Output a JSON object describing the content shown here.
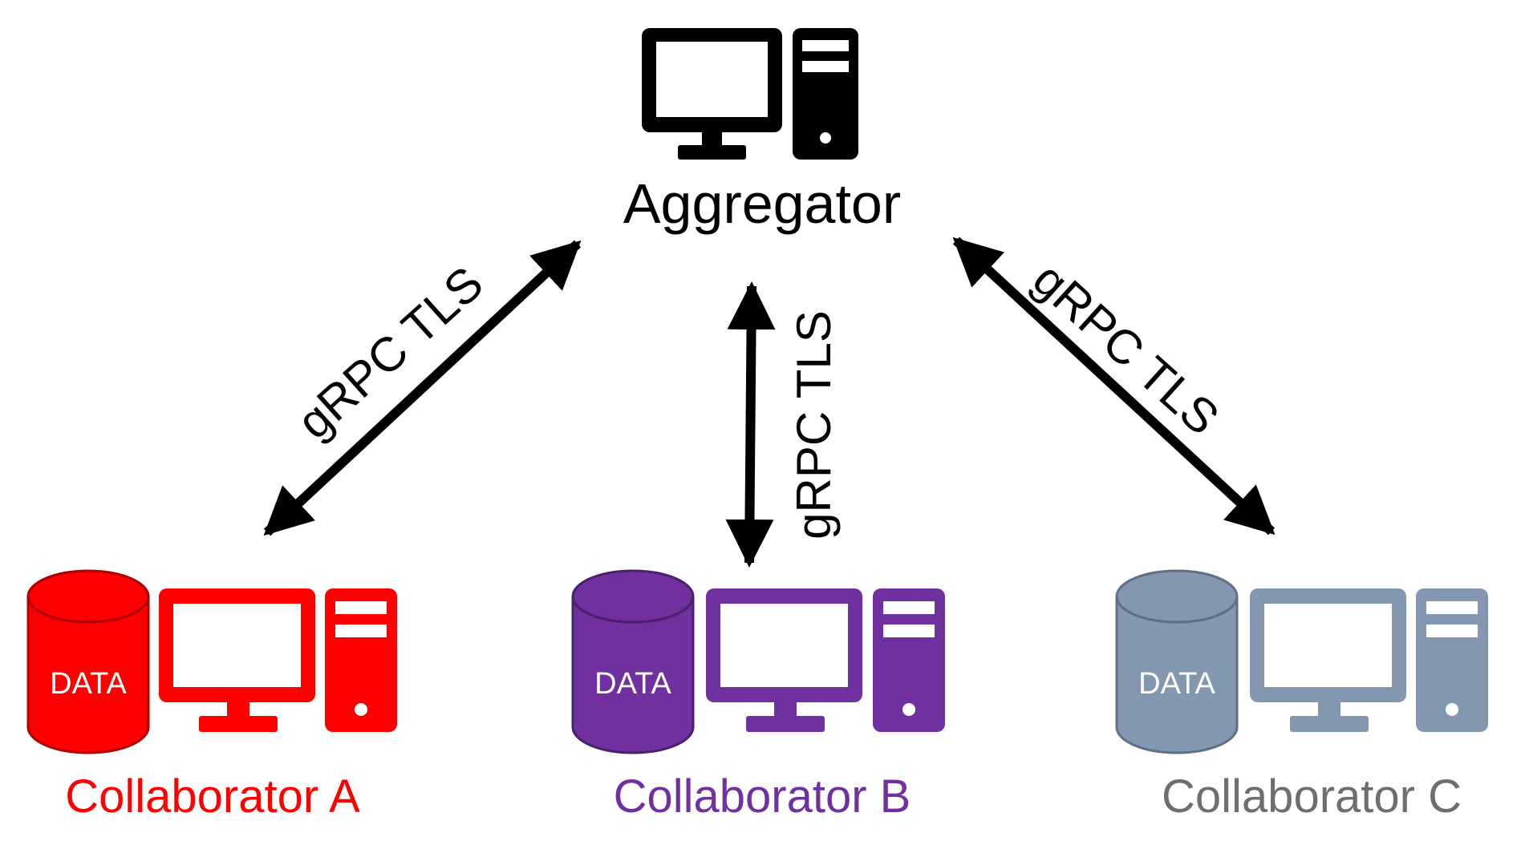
{
  "aggregator": {
    "label": "Aggregator",
    "color": "#000000"
  },
  "links": [
    {
      "label": "gRPC TLS"
    },
    {
      "label": "gRPC TLS"
    },
    {
      "label": "gRPC TLS"
    }
  ],
  "collaborators": [
    {
      "label": "Collaborator A",
      "data_label": "DATA",
      "color": "#ff0000",
      "label_color": "#ff0000"
    },
    {
      "label": "Collaborator B",
      "data_label": "DATA",
      "color": "#7030a0",
      "label_color": "#7030a0"
    },
    {
      "label": "Collaborator C",
      "data_label": "DATA",
      "color": "#8497b0",
      "label_color": "#6e6e6e"
    }
  ]
}
